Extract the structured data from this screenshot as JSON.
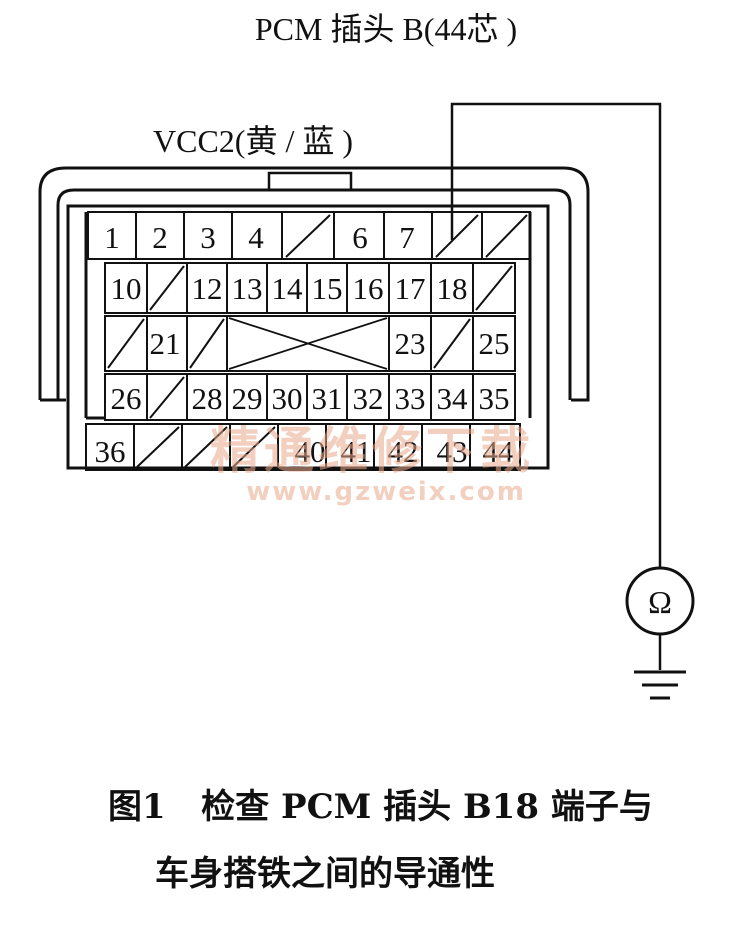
{
  "header": {
    "title": "PCM 插头 B(44芯 )"
  },
  "connector": {
    "wire_label": "VCC2(黄 / 蓝 )",
    "pins": [
      "1",
      "2",
      "3",
      "4",
      "6",
      "7",
      "10",
      "12",
      "13",
      "14",
      "15",
      "16",
      "17",
      "18",
      "21",
      "23",
      "25",
      "26",
      "28",
      "29",
      "30",
      "31",
      "32",
      "33",
      "34",
      "35",
      "36",
      "40",
      "41",
      "42",
      "43",
      "44"
    ]
  },
  "meter": {
    "symbol": "Ω"
  },
  "watermark": {
    "text": "精通维修下载",
    "url": "www.gzweix.com"
  },
  "caption": {
    "line1": "图1   检查 PCM 插头 B18 端子与",
    "line2": "车身搭铁之间的导通性"
  }
}
